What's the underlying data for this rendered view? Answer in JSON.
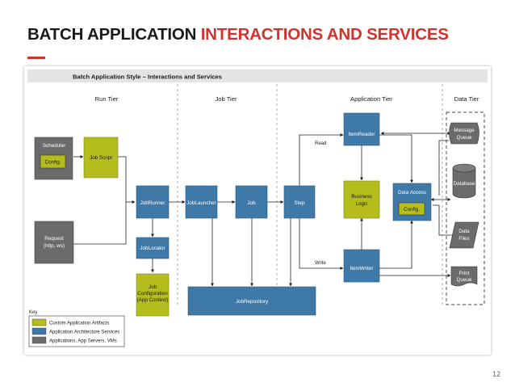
{
  "slide": {
    "title_part1": "BATCH APPLICATION ",
    "title_part2": "INTERACTIONS AND SERVICES",
    "page_number": "12"
  },
  "diagram": {
    "title": "Batch Application Style – Interactions and Services",
    "tiers": {
      "run": "Run Tier",
      "job": "Job Tier",
      "application": "Application Tier",
      "data": "Data Tier"
    },
    "nodes": {
      "scheduler": "Scheduler",
      "config_scheduler": "Config.",
      "job_script": "Job Script",
      "request_line1": "Request",
      "request_line2": "(http, ws)",
      "job_runner": "JobRunner",
      "job_locator": "JobLocator",
      "job_config_line1": "Job",
      "job_config_line2": "Configuration",
      "job_config_line3": "(App Context)",
      "job_launcher": "JobLauncher",
      "job": "Job",
      "step": "Step",
      "job_repository": "JobRepository",
      "item_reader": "ItemReader",
      "item_writer": "ItemWriter",
      "business_logic_line1": "Business",
      "business_logic_line2": "Logic",
      "data_access": "Data Access",
      "config_data_access": "Config.",
      "message_queue_line1": "Message",
      "message_queue_line2": "Queue",
      "database": "Database",
      "data_files_line1": "Data",
      "data_files_line2": "Files",
      "print_queue_line1": "Print",
      "print_queue_line2": "Queue"
    },
    "edge_labels": {
      "read": "Read",
      "write": "Write"
    },
    "key": {
      "title": "Key",
      "items": [
        {
          "label": "Custom Application Artifacts",
          "color": "#b5bd1c"
        },
        {
          "label": "Application Architecture Services",
          "color": "#3f79a8"
        },
        {
          "label": "Applications, App Servers, VMs",
          "color": "#6b6b6b"
        }
      ]
    },
    "colors": {
      "custom": "#b5bd1c",
      "architecture": "#3f79a8",
      "infrastructure": "#6b6b6b",
      "accent": "#d0342c"
    }
  }
}
